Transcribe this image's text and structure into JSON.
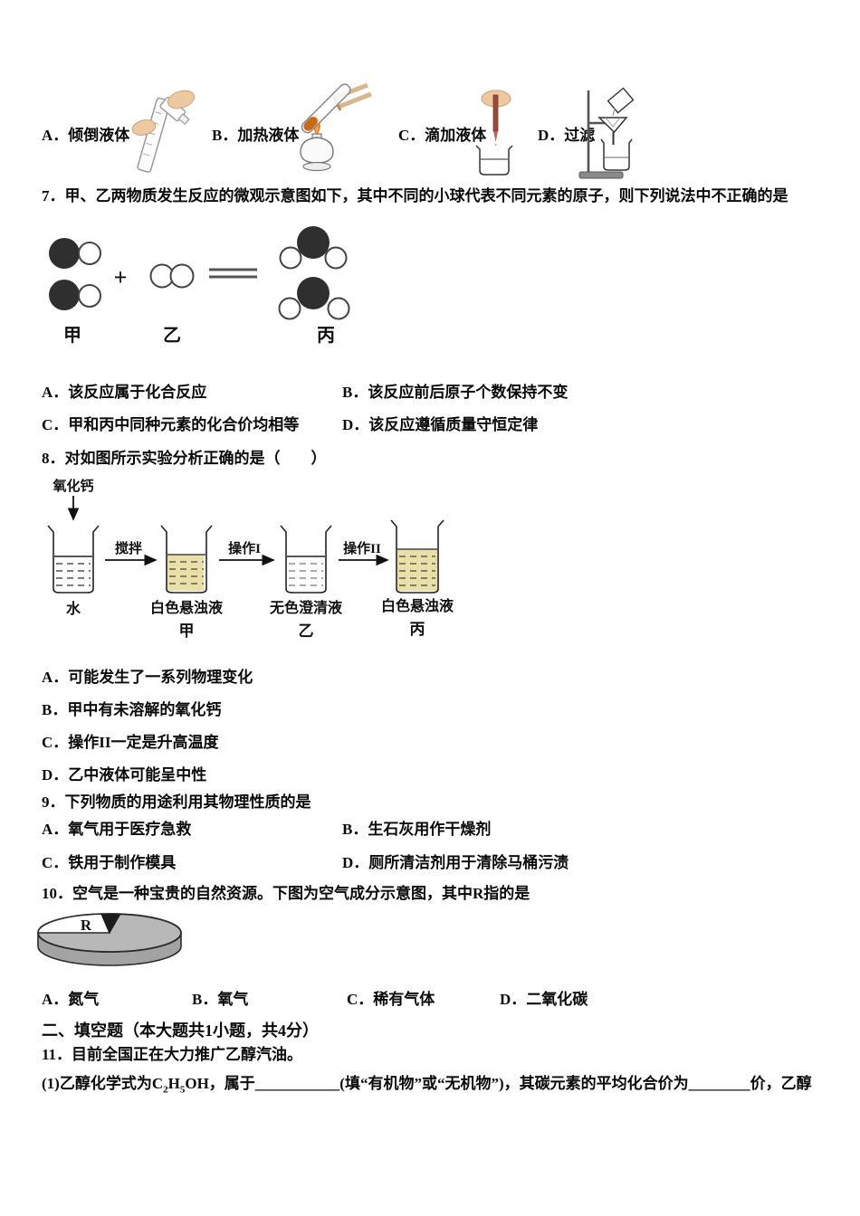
{
  "document": {
    "bg_color": "#ffffff",
    "text_color": "#0a0a0a"
  },
  "q6_row": {
    "options": [
      {
        "label": "A．倾倒液体",
        "icon": "pour-liquid-icon"
      },
      {
        "label": "B．加热液体",
        "icon": "heat-liquid-icon"
      },
      {
        "label": "C．滴加液体",
        "icon": "drop-liquid-icon"
      },
      {
        "label": "D．过滤",
        "icon": "filtration-icon"
      }
    ]
  },
  "q7": {
    "stem": "7．甲、乙两物质发生反应的微观示意图如下，其中不同的小球代表不同元素的原子，则下列说法中不正确的是",
    "diagram": {
      "plus": "+",
      "label_jia": "甲",
      "label_yi": "乙",
      "label_bing": "丙"
    },
    "options": [
      "A．该反应属于化合反应",
      "B．该反应前后原子个数保持不变",
      "C．甲和丙中同种元素的化合价均相等",
      "D．该反应遵循质量守恒定律"
    ]
  },
  "q8": {
    "stem": "8．对如图所示实验分析正确的是（　　）",
    "diagram": {
      "reagent_label": "氧化钙",
      "arrow1_label": "搅拌",
      "arrow2_label": "操作I",
      "arrow3_label": "操作II",
      "beaker1_label": "水",
      "beaker2_label": "白色悬浊液",
      "beaker2_sub": "甲",
      "beaker3_label": "无色澄清液",
      "beaker3_sub": "乙",
      "beaker4_label": "白色悬浊液",
      "beaker4_sub": "丙",
      "suspension_color": "#eadfa6"
    },
    "options": [
      "A．可能发生了一系列物理变化",
      "B．甲中有未溶解的氧化钙",
      "C．操作II一定是升高温度",
      "D．乙中液体可能呈中性"
    ]
  },
  "q9": {
    "stem": "9．下列物质的用途利用其物理性质的是",
    "options": [
      "A．氧气用于医疗急救",
      "B．生石灰用作干燥剂",
      "C．铁用于制作模具",
      "D．厕所清洁剂用于清除马桶污渍"
    ]
  },
  "q10": {
    "stem": "10．空气是一种宝贵的自然资源。下图为空气成分示意图，其中R指的是",
    "pie_label": "R",
    "options": [
      "A．氮气",
      "B．氧气",
      "C．稀有气体",
      "D．二氧化碳"
    ]
  },
  "chart_data": {
    "type": "pie",
    "title": "空气成分示意图",
    "legend_position": "none",
    "slices": [
      {
        "label": "",
        "color": "#b8b8b8",
        "value_pct_est": 78
      },
      {
        "label": "R",
        "color": "#ffffff",
        "value_pct_est": 21
      },
      {
        "label": "",
        "color": "#1c1c1c",
        "value_pct_est": 1
      }
    ]
  },
  "section2": {
    "header": "二、填空题（本大题共1小题，共4分）"
  },
  "q11": {
    "stem": "11．目前全国正在大力推广乙醇汽油。",
    "part1": {
      "pre": "(1)乙醇化学式为C",
      "sub1": "2",
      "mid1": "H",
      "sub2": "5",
      "mid2": "OH，属于",
      "blank1": "___________",
      "mid3": "(填“有机物”或“无机物”)，其碳元素的平均化合价为",
      "blank2": "________",
      "post": "价，乙醇"
    }
  }
}
